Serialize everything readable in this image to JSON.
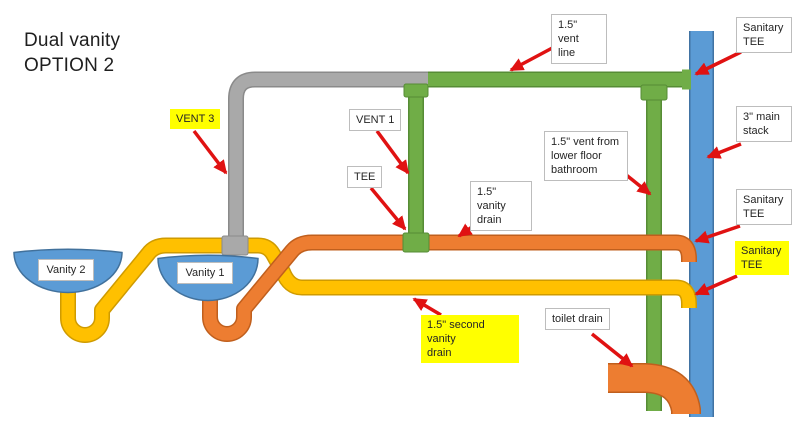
{
  "title": {
    "line1": "Dual vanity",
    "line2": "OPTION 2"
  },
  "labels": {
    "vent3": "VENT 3",
    "vent1": "VENT 1",
    "tee": "TEE",
    "vent_line": "1.5\" vent\nline",
    "sanitary_tee_top": "Sanitary\nTEE",
    "main_stack": "3\" main\nstack",
    "vent_lower": "1.5\" vent from\nlower floor\nbathroom",
    "vanity_drain": "1.5\" vanity\ndrain",
    "sanitary_tee_mid": "Sanitary\nTEE",
    "sanitary_tee_bottom": "Sanitary\nTEE",
    "second_vanity_drain": "1.5\" second vanity\ndrain",
    "toilet_drain": "toilet drain",
    "vanity1": "Vanity 1",
    "vanity2": "Vanity 2"
  },
  "colors": {
    "vent_gray": "#a9a9a9",
    "vent_green": "#70ad47",
    "drain_orange": "#ed7d31",
    "drain_yellow": "#ffc000",
    "stack_blue": "#5b9bd5",
    "basin_blue": "#5b9bd5",
    "arrow_red": "#e01212",
    "highlight_yellow": "#ffff00"
  }
}
